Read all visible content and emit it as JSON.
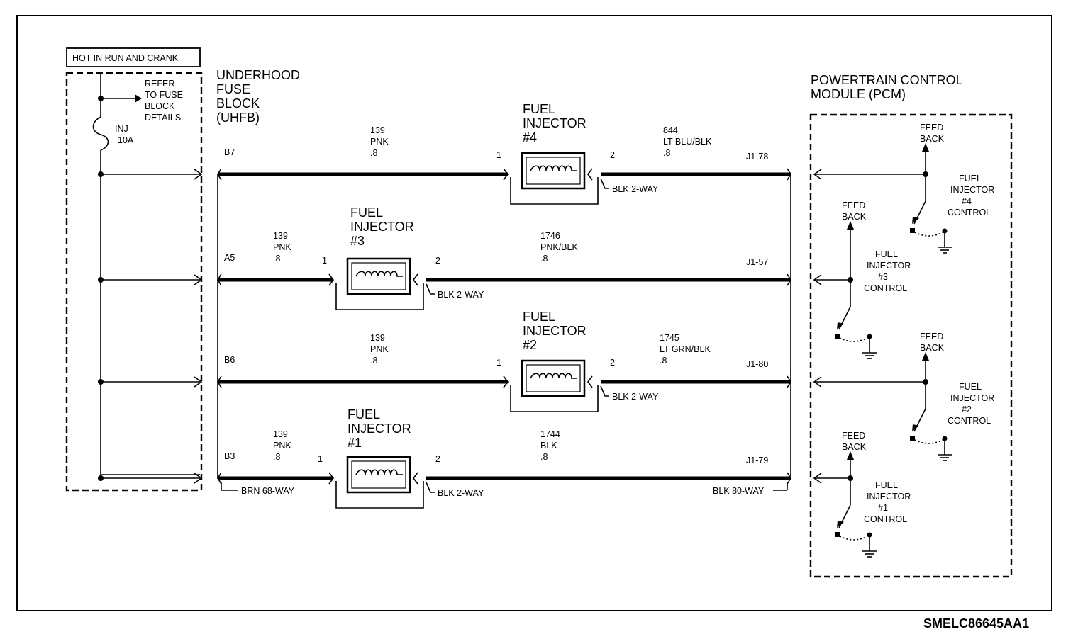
{
  "header_label": "HOT IN RUN AND CRANK",
  "uhfb": {
    "title": [
      "UNDERHOOD",
      "FUSE",
      "BLOCK",
      "(UHFB)"
    ],
    "refer": [
      "REFER",
      "TO FUSE",
      "BLOCK",
      "DETAILS"
    ],
    "fuse": [
      "INJ",
      "10A"
    ]
  },
  "pcm_title": [
    "POWERTRAIN CONTROL",
    "MODULE (PCM)"
  ],
  "injector_title": [
    "FUEL",
    "INJECTOR"
  ],
  "injectors": [
    {
      "num": "#4",
      "cavity": "B7",
      "wire_in": [
        "139",
        "PNK",
        ".8"
      ],
      "pin_in": "1",
      "pin_out": "2",
      "wire_out": [
        "844",
        "LT BLU/BLK",
        ".8"
      ],
      "pcm_pin": "J1-78",
      "connector": "BLK 2-WAY",
      "feedback": [
        "FEED",
        "BACK"
      ],
      "control": [
        "FUEL",
        "INJECTOR",
        "#4",
        "CONTROL"
      ]
    },
    {
      "num": "#3",
      "cavity": "A5",
      "wire_in": [
        "139",
        "PNK",
        ".8"
      ],
      "pin_in": "1",
      "pin_out": "2",
      "wire_out": [
        "1746",
        "PNK/BLK",
        ".8"
      ],
      "pcm_pin": "J1-57",
      "connector": "BLK 2-WAY",
      "feedback": [
        "FEED",
        "BACK"
      ],
      "control": [
        "FUEL",
        "INJECTOR",
        "#3",
        "CONTROL"
      ]
    },
    {
      "num": "#2",
      "cavity": "B6",
      "wire_in": [
        "139",
        "PNK",
        ".8"
      ],
      "pin_in": "1",
      "pin_out": "2",
      "wire_out": [
        "1745",
        "LT GRN/BLK",
        ".8"
      ],
      "pcm_pin": "J1-80",
      "connector": "BLK 2-WAY",
      "feedback": [
        "FEED",
        "BACK"
      ],
      "control": [
        "FUEL",
        "INJECTOR",
        "#2",
        "CONTROL"
      ]
    },
    {
      "num": "#1",
      "cavity": "B3",
      "wire_in": [
        "139",
        "PNK",
        ".8"
      ],
      "pin_in": "1",
      "pin_out": "2",
      "wire_out": [
        "1744",
        "BLK",
        ".8"
      ],
      "pcm_pin": "J1-79",
      "connector": "BLK 2-WAY",
      "feedback": [
        "FEED",
        "BACK"
      ],
      "control": [
        "FUEL",
        "INJECTOR",
        "#1",
        "CONTROL"
      ]
    }
  ],
  "bottom_connectors": {
    "uhfb": "BRN 68-WAY",
    "pcm": "BLK 80-WAY"
  },
  "figure_code": "SMELC86645AA1"
}
